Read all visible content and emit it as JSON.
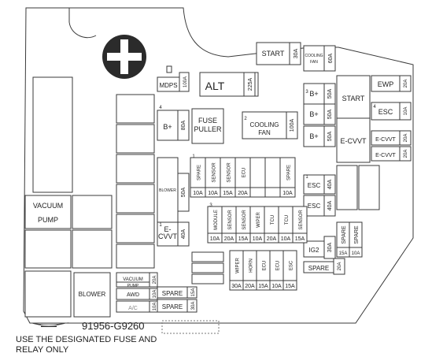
{
  "labels": {
    "start_top": "START",
    "start_top_amp": "30A",
    "cooling_fan_top": "COOLING FAN",
    "cooling_fan_top_amp": "60A",
    "mdps": "MDPS",
    "mdps_amp": "100A",
    "alt": "ALT",
    "alt_amp": "225A",
    "b_plus_left": "B+",
    "b_plus_left_amp": "80A",
    "fuse_puller": "FUSE PULLER",
    "cooling_fan_mid": "COOLING FAN",
    "cooling_fan_mid_amp": "100A",
    "b_plus_1": "B+",
    "b_plus_1_amp": "50A",
    "b_plus_2": "B+",
    "b_plus_2_amp": "50A",
    "b_plus_3": "B+",
    "b_plus_3_amp": "50A",
    "start_right": "START",
    "ewp": "EWP",
    "ewp_amp": "20A",
    "esc_right": "ESC",
    "esc_right_amp": "10A",
    "e_cvvt_right": "E-CVVT",
    "e_cvvt_small_1": "E-CVVT",
    "e_cvvt_small_1_amp": "20A",
    "e_cvvt_small_2": "E-CVVT",
    "e_cvvt_small_2_amp": "20A",
    "esc_mid_1": "ESC",
    "esc_mid_1_amp": "40A",
    "esc_mid_2": "ESC",
    "esc_mid_2_amp": "40A",
    "blower_mid": "BLOWER",
    "blower_mid_amp": "50A",
    "e_cvvt_left": "E-CVVT",
    "e_cvvt_left_amp": "40A",
    "vacuum_pump_left": "VACUUM PUMP",
    "blower_bottom": "BLOWER",
    "vacuum_pump_small": "VACUUM PUMP",
    "vacuum_pump_small_amp": "20A",
    "awd": "AWD",
    "awd_amp": "10A",
    "ac": "A/C",
    "ac_amp": "10A",
    "spare_bottom_1": "SPARE",
    "spare_bottom_1_amp": "15A",
    "spare_bottom_2": "SPARE",
    "spare_bottom_2_amp": "30A",
    "ig2": "IG2",
    "ig2_amp": "30A",
    "spare_right_row": "SPARE",
    "spare_right_row_amp": "20A",
    "part_number": "91956-G9260",
    "notice_line_1": "USE THE DESIGNATED FUSE AND",
    "notice_line_2": "RELAY ONLY"
  },
  "fuse_row_top": [
    {
      "name": "SPARE",
      "amp": "10A"
    },
    {
      "name": "SENSOR",
      "amp": "10A"
    },
    {
      "name": "SENSOR",
      "amp": "15A"
    },
    {
      "name": "ECU",
      "amp": "20A"
    },
    {
      "name": "",
      "amp": ""
    },
    {
      "name": "",
      "amp": ""
    },
    {
      "name": "SPARE",
      "amp": "10A"
    }
  ],
  "fuse_row_mid": [
    {
      "name": "MODULE",
      "amp": "10A"
    },
    {
      "name": "SENSOR",
      "amp": "20A"
    },
    {
      "name": "SENSOR",
      "amp": "15A"
    },
    {
      "name": "WIPER",
      "amp": "10A"
    },
    {
      "name": "TCU",
      "amp": "20A"
    },
    {
      "name": "TCU",
      "amp": "10A"
    },
    {
      "name": "SENSOR",
      "amp": "15A"
    }
  ],
  "fuse_row_bottom": [
    {
      "name": "WIPER",
      "amp": "30A"
    },
    {
      "name": "HORN",
      "amp": "20A"
    },
    {
      "name": "ECU",
      "amp": "15A"
    },
    {
      "name": "ECU",
      "amp": "10A"
    },
    {
      "name": "ESC",
      "amp": "15A"
    }
  ],
  "spare_pair": [
    {
      "name": "SPARE",
      "amp": "15A"
    },
    {
      "name": "SPARE",
      "amp": "10A"
    }
  ],
  "fuse_numbers": [
    "1",
    "2",
    "3",
    "4"
  ],
  "colors": {
    "line": "#3a3a3a",
    "fill": "#ffffff",
    "background": "#ffffff"
  }
}
